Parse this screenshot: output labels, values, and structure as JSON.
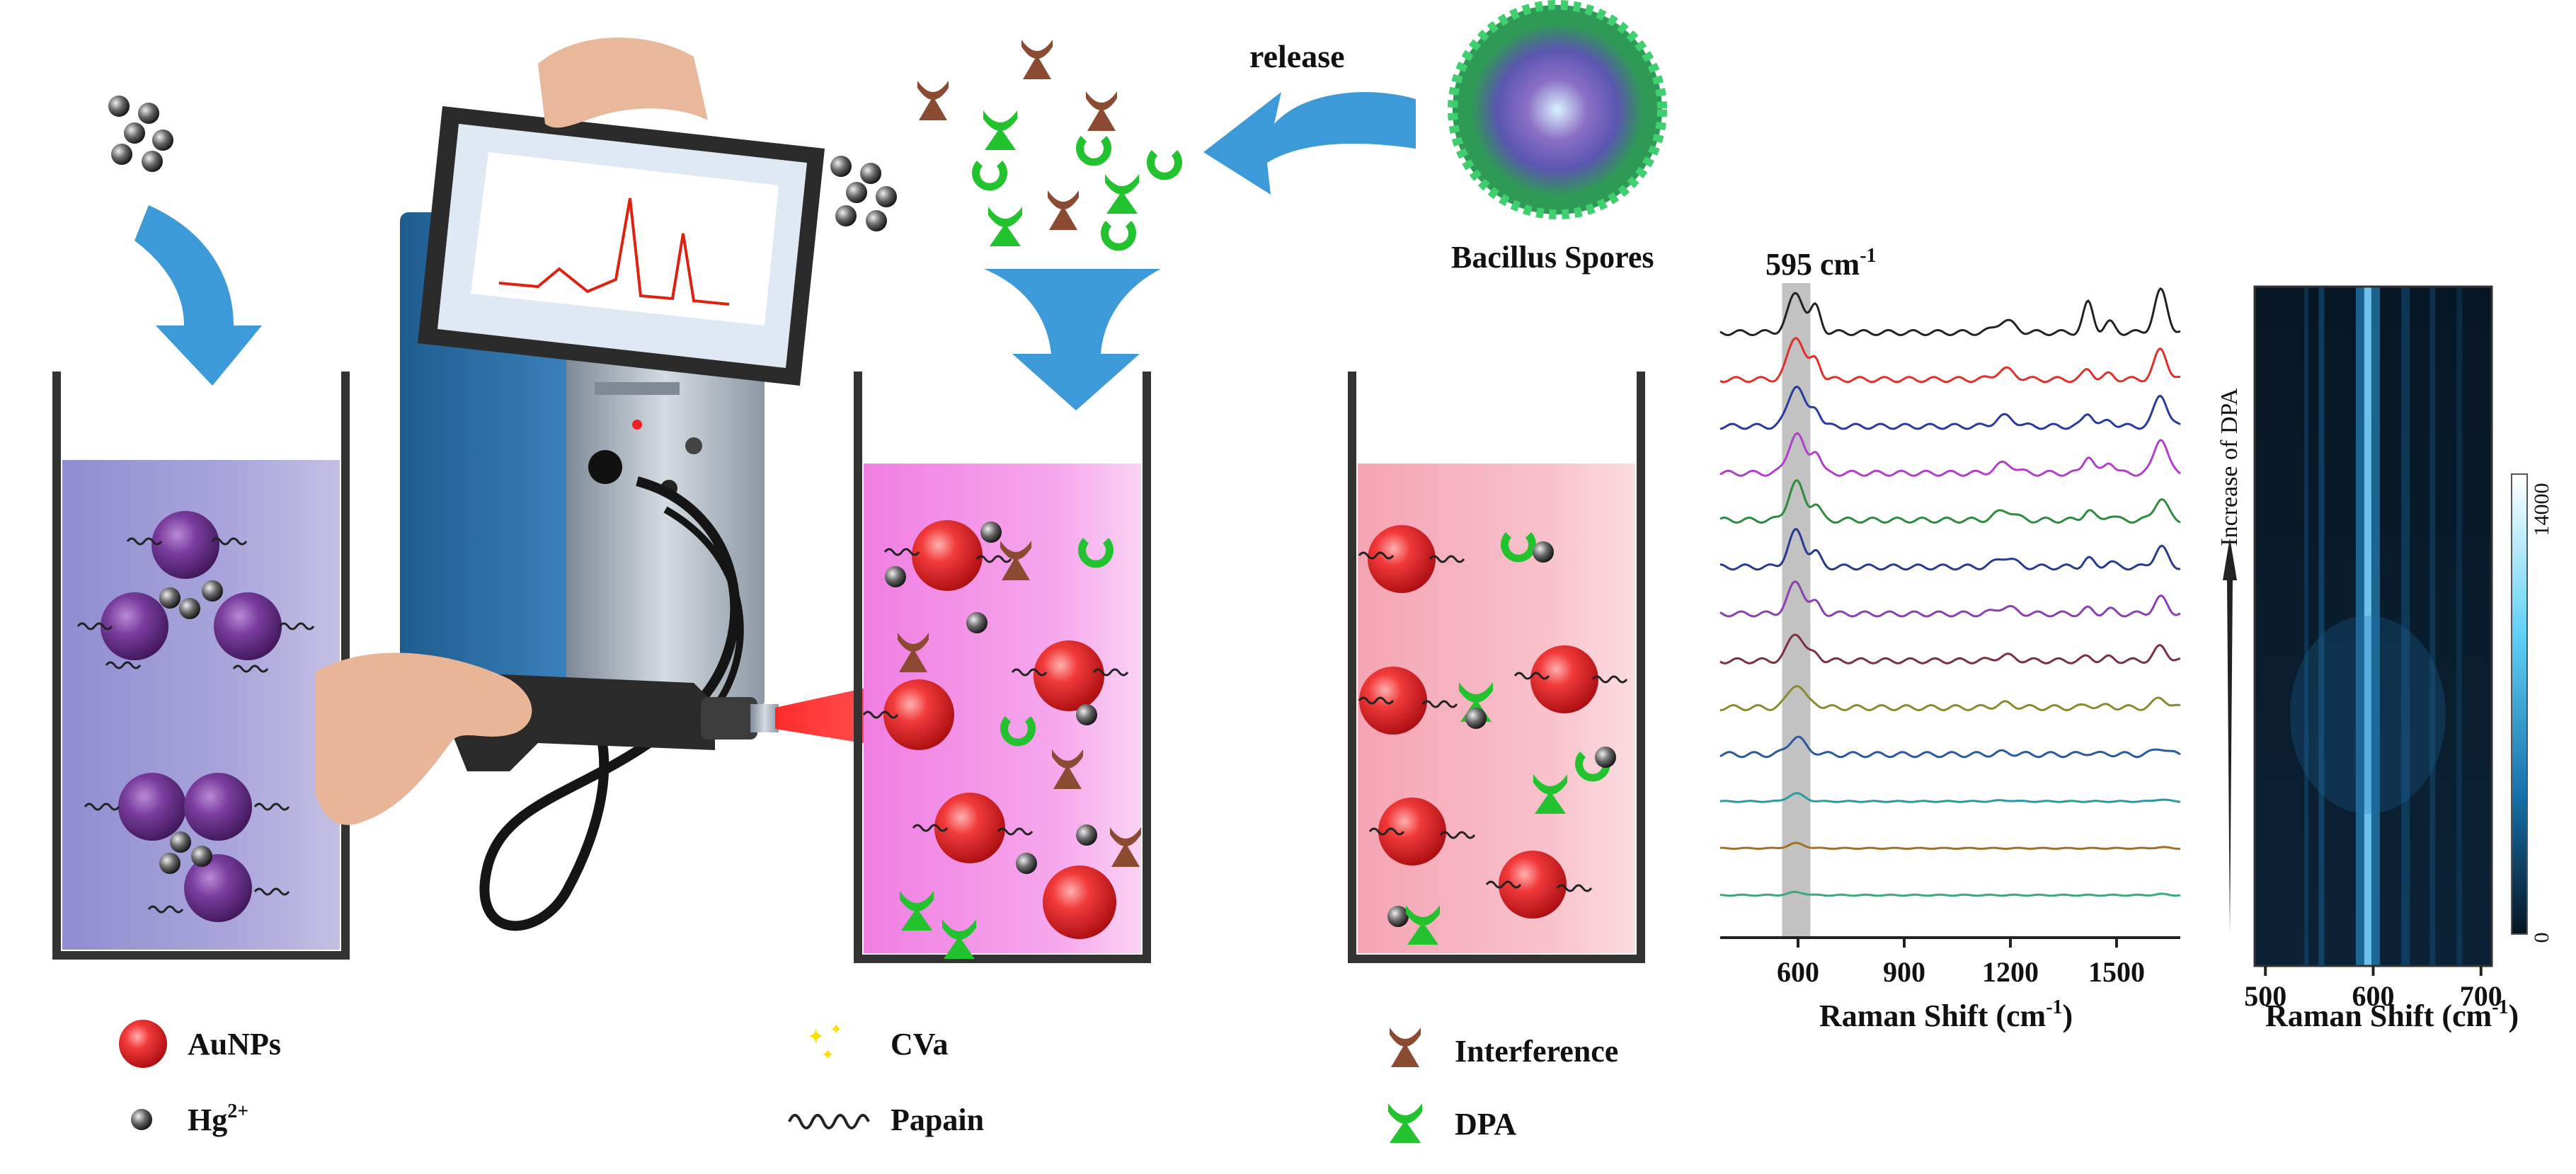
{
  "labels": {
    "release": "release",
    "bacillus_spores": "Bacillus Spores",
    "peak_label": "595 cm",
    "peak_label_sup": "-1",
    "increase": "Increase of DPA"
  },
  "legend": {
    "aunps": "AuNPs",
    "hg": "Hg",
    "hg_sup": "2+",
    "cva": "CVa",
    "papain": "Papain",
    "interference": "Interference",
    "dpa": "DPA"
  },
  "colors": {
    "arrow_blue": "#3d9ad8",
    "beaker1_liquid": "#9a98d4",
    "beaker2_liquid": "#f38ee6",
    "beaker3_liquid": "#f7b3c0",
    "aunp_red": "#e8181c",
    "aunp_purple": "#7a3d9e",
    "interference_brown": "#8b4a32",
    "dpa_green": "#22c32e",
    "laser_red": "#ee1c24",
    "heatmap_base": "#071624",
    "heatmap_line": "#33b6f2"
  },
  "chart_data": [
    {
      "type": "line",
      "title": "",
      "xlabel": "Raman Shift (cm",
      "xlabel_sup": "-1",
      "ylabel": "",
      "xlim": [
        380,
        1680
      ],
      "xticks": [
        600,
        900,
        1200,
        1500
      ],
      "highlight_band": [
        555,
        635
      ],
      "peaks": [
        595,
        650,
        1185,
        1420,
        1480,
        1625
      ],
      "series": [
        {
          "color": "#222222",
          "values": [
            4.0,
            2.5,
            1.2,
            3.0,
            1.0,
            4.2
          ]
        },
        {
          "color": "#e0302c",
          "values": [
            4.4,
            2.0,
            1.0,
            1.0,
            0.5,
            3.0
          ]
        },
        {
          "color": "#2a3a9c",
          "values": [
            4.2,
            1.8,
            1.0,
            1.4,
            0.6,
            3.2
          ]
        },
        {
          "color": "#b040c8",
          "values": [
            4.0,
            2.2,
            1.0,
            1.8,
            1.2,
            3.6
          ]
        },
        {
          "color": "#2e8a3c",
          "values": [
            3.8,
            1.5,
            1.0,
            1.0,
            0.5,
            2.2
          ]
        },
        {
          "color": "#283a8e",
          "values": [
            3.6,
            1.4,
            1.0,
            0.8,
            0.5,
            2.0
          ]
        },
        {
          "color": "#8a40b0",
          "values": [
            3.2,
            1.0,
            0.7,
            0.5,
            0.4,
            1.6
          ]
        },
        {
          "color": "#7a3040",
          "values": [
            2.8,
            0.6,
            0.5,
            0.4,
            0.3,
            1.4
          ]
        },
        {
          "color": "#8a8a30",
          "values": [
            2.4,
            0.4,
            0.4,
            0.3,
            0.2,
            1.0
          ]
        },
        {
          "color": "#2a5a9a",
          "values": [
            1.8,
            0.2,
            0.2,
            0.2,
            0.1,
            0.7
          ]
        },
        {
          "color": "#2a9aa0",
          "values": [
            0.8,
            0.0,
            0.1,
            0.0,
            0.0,
            0.2
          ]
        },
        {
          "color": "#a0702a",
          "values": [
            0.5,
            0.0,
            0.0,
            0.0,
            0.0,
            0.1
          ]
        },
        {
          "color": "#3aaa7a",
          "values": [
            0.3,
            0.0,
            0.0,
            0.0,
            0.0,
            0.1
          ]
        }
      ]
    },
    {
      "type": "heatmap",
      "title": "",
      "xlabel": "Raman Shift (cm",
      "xlabel_sup": "-1",
      "ylabel": "Increase of DPA",
      "xlim": [
        490,
        710
      ],
      "xticks": [
        500,
        600,
        700
      ],
      "peak": 595,
      "colorbar": {
        "min": 0,
        "max": 14000
      }
    }
  ]
}
